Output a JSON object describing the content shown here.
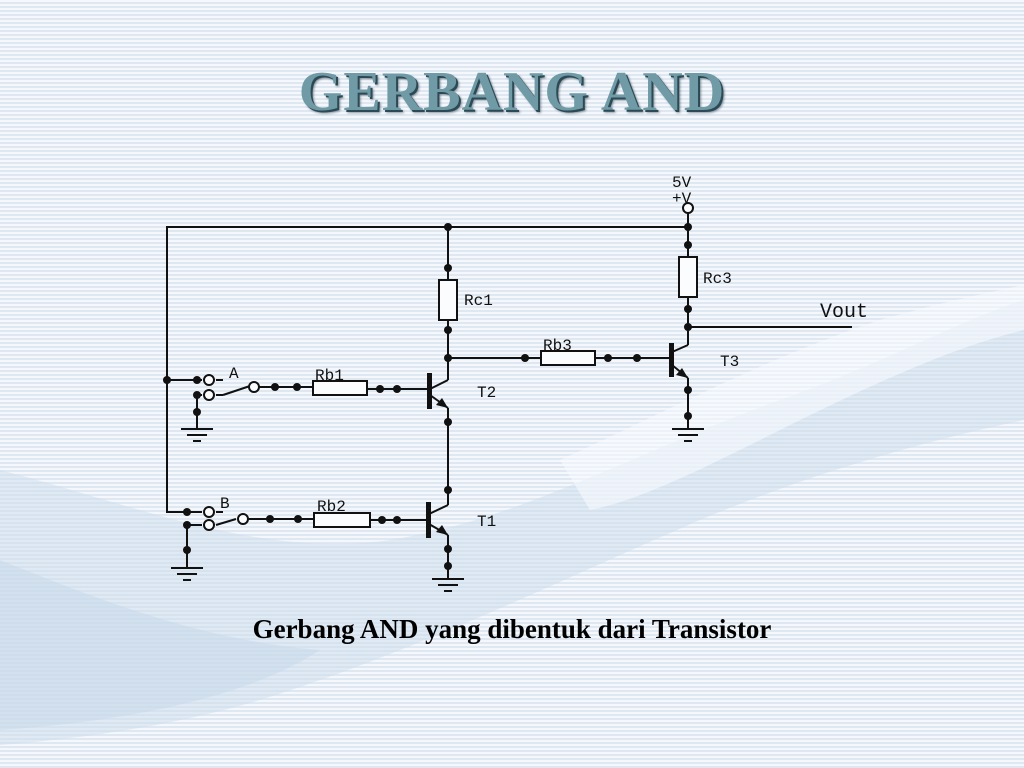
{
  "slide": {
    "title": "GERBANG  AND",
    "caption": "Gerbang AND yang dibentuk dari Transistor"
  },
  "circuit": {
    "supply_voltage": "5V",
    "supply_label": "+V",
    "output_label": "Vout",
    "input_a_label": "A",
    "input_b_label": "B",
    "resistors": {
      "rc1": "Rc1",
      "rc3": "Rc3",
      "rb1": "Rb1",
      "rb2": "Rb2",
      "rb3": "Rb3"
    },
    "transistors": {
      "t1": "T1",
      "t2": "T2",
      "t3": "T3"
    }
  },
  "colors": {
    "title": "#6f9aa6",
    "title_shadow": "#2c4a55",
    "wire": "#111111",
    "background": "#e8eff8"
  }
}
